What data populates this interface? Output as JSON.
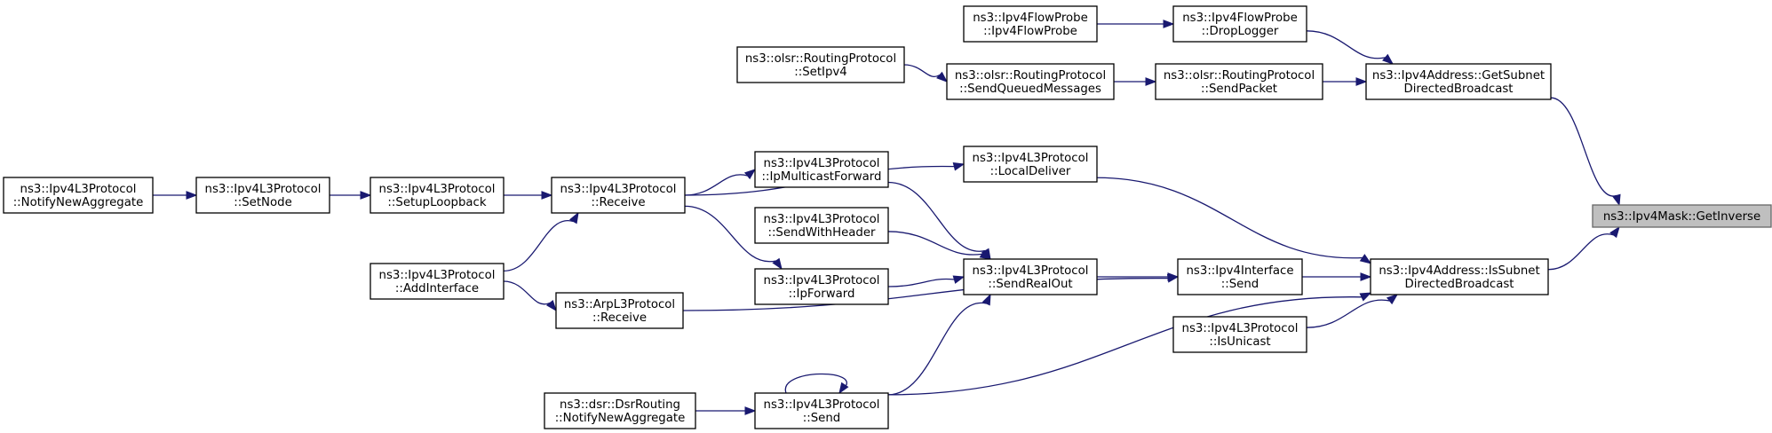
{
  "nodes": [
    {
      "id": "getinverse",
      "lines": [
        "ns3::Ipv4Mask::GetInverse"
      ],
      "focus": true
    },
    {
      "id": "getsubnet",
      "lines": [
        "ns3::Ipv4Address::GetSubnet",
        "DirectedBroadcast"
      ]
    },
    {
      "id": "issubnet",
      "lines": [
        "ns3::Ipv4Address::IsSubnet",
        "DirectedBroadcast"
      ]
    },
    {
      "id": "droplogger",
      "lines": [
        "ns3::Ipv4FlowProbe",
        "::DropLogger"
      ]
    },
    {
      "id": "flowprobe",
      "lines": [
        "ns3::Ipv4FlowProbe",
        "::Ipv4FlowProbe"
      ]
    },
    {
      "id": "sendpacket",
      "lines": [
        "ns3::olsr::RoutingProtocol",
        "::SendPacket"
      ]
    },
    {
      "id": "sendqueued",
      "lines": [
        "ns3::olsr::RoutingProtocol",
        "::SendQueuedMessages"
      ]
    },
    {
      "id": "setipv4",
      "lines": [
        "ns3::olsr::RoutingProtocol",
        "::SetIpv4"
      ]
    },
    {
      "id": "localdeliver",
      "lines": [
        "ns3::Ipv4L3Protocol",
        "::LocalDeliver"
      ]
    },
    {
      "id": "ifsend",
      "lines": [
        "ns3::Ipv4Interface",
        "::Send"
      ]
    },
    {
      "id": "isunicast",
      "lines": [
        "ns3::Ipv4L3Protocol",
        "::IsUnicast"
      ]
    },
    {
      "id": "sendrealout",
      "lines": [
        "ns3::Ipv4L3Protocol",
        "::SendRealOut"
      ]
    },
    {
      "id": "ipmcast",
      "lines": [
        "ns3::Ipv4L3Protocol",
        "::IpMulticastForward"
      ]
    },
    {
      "id": "sendwithheader",
      "lines": [
        "ns3::Ipv4L3Protocol",
        "::SendWithHeader"
      ]
    },
    {
      "id": "ipforward",
      "lines": [
        "ns3::Ipv4L3Protocol",
        "::IpForward"
      ]
    },
    {
      "id": "l3send",
      "lines": [
        "ns3::Ipv4L3Protocol",
        "::Send"
      ]
    },
    {
      "id": "receive",
      "lines": [
        "ns3::Ipv4L3Protocol",
        "::Receive"
      ]
    },
    {
      "id": "arpreceive",
      "lines": [
        "ns3::ArpL3Protocol",
        "::Receive"
      ]
    },
    {
      "id": "dsrnotify",
      "lines": [
        "ns3::dsr::DsrRouting",
        "::NotifyNewAggregate"
      ]
    },
    {
      "id": "setuploopback",
      "lines": [
        "ns3::Ipv4L3Protocol",
        "::SetupLoopback"
      ]
    },
    {
      "id": "addinterface",
      "lines": [
        "ns3::Ipv4L3Protocol",
        "::AddInterface"
      ]
    },
    {
      "id": "setnode",
      "lines": [
        "ns3::Ipv4L3Protocol",
        "::SetNode"
      ]
    },
    {
      "id": "notifynewagg",
      "lines": [
        "ns3::Ipv4L3Protocol",
        "::NotifyNewAggregate"
      ]
    }
  ],
  "edges": [
    {
      "from": "getsubnet",
      "to": "getinverse"
    },
    {
      "from": "issubnet",
      "to": "getinverse"
    },
    {
      "from": "droplogger",
      "to": "getsubnet"
    },
    {
      "from": "flowprobe",
      "to": "droplogger"
    },
    {
      "from": "sendpacket",
      "to": "getsubnet"
    },
    {
      "from": "sendqueued",
      "to": "sendpacket"
    },
    {
      "from": "setipv4",
      "to": "sendqueued"
    },
    {
      "from": "localdeliver",
      "to": "issubnet"
    },
    {
      "from": "ifsend",
      "to": "issubnet"
    },
    {
      "from": "isunicast",
      "to": "issubnet"
    },
    {
      "from": "l3send",
      "to": "issubnet"
    },
    {
      "from": "receive",
      "to": "localdeliver"
    },
    {
      "from": "sendrealout",
      "to": "ifsend"
    },
    {
      "from": "arpreceive",
      "to": "ifsend"
    },
    {
      "from": "ipmcast",
      "to": "sendrealout"
    },
    {
      "from": "sendwithheader",
      "to": "sendrealout"
    },
    {
      "from": "ipforward",
      "to": "sendrealout"
    },
    {
      "from": "l3send",
      "to": "sendrealout"
    },
    {
      "from": "receive",
      "to": "ipmcast"
    },
    {
      "from": "receive",
      "to": "ipforward"
    },
    {
      "from": "l3send",
      "to": "l3send"
    },
    {
      "from": "dsrnotify",
      "to": "l3send"
    },
    {
      "from": "setuploopback",
      "to": "receive"
    },
    {
      "from": "addinterface",
      "to": "receive"
    },
    {
      "from": "addinterface",
      "to": "arpreceive"
    },
    {
      "from": "setnode",
      "to": "setuploopback"
    },
    {
      "from": "notifynewagg",
      "to": "setnode"
    }
  ]
}
